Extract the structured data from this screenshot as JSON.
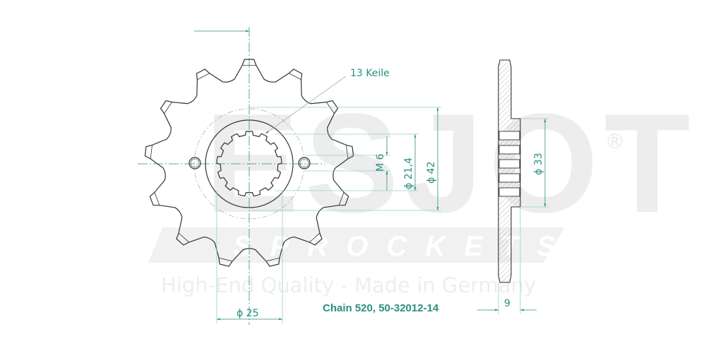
{
  "watermark": {
    "brand": "ESJOT",
    "sub": "SPROCKETS",
    "tagline": "High-End Quality - Made in Germany",
    "registered": "®"
  },
  "drawing": {
    "teeth": 13,
    "spline_label": "13 Keile",
    "dim_bolt_thread": "M 6",
    "dim_spline": "ϕ 21,4",
    "dim_hub_outer": "ϕ 42",
    "dim_hub_side": "ϕ 33",
    "dim_bore": "ϕ 25",
    "dim_width": "9"
  },
  "caption": "Chain 520, 50-32012-14",
  "colors": {
    "dimension": "#2a8f7f",
    "line": "#333333",
    "watermark": "#ededed"
  }
}
